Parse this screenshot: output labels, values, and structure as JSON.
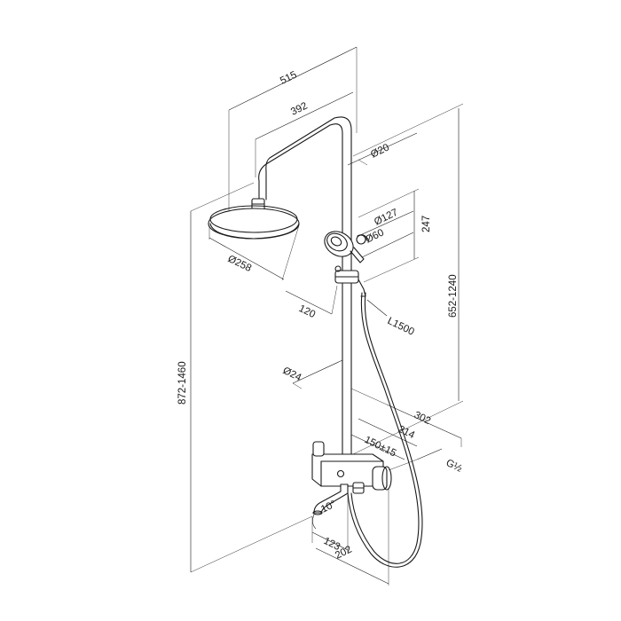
{
  "labels": {
    "overall_width": "515",
    "arm_length": "392",
    "pipe_diameter": "Ø20",
    "hand_shower_diameter": "Ø127",
    "hand_shower_inner_diameter": "Ø60",
    "hand_shower_height": "247",
    "head_diameter": "Ø258",
    "bracket_offset": "120",
    "hose_length": "L1500",
    "slide_range": "652-1240",
    "rail_diameter": "Ø24",
    "total_height": "872-1460",
    "mixer_depth": "302",
    "mixer_width": "214",
    "connection_spacing": "150±15",
    "thread": "G½",
    "spout_angle": "10°",
    "spout_offset": "123",
    "spout_length": "202"
  }
}
